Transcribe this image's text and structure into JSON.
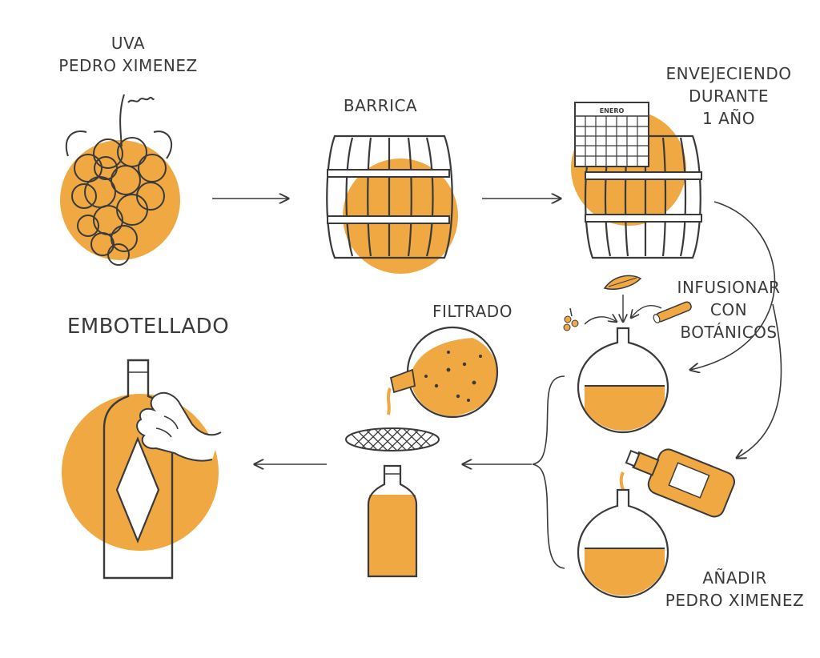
{
  "colors": {
    "accent": "#F0A843",
    "ink": "#3A3A3A",
    "paper": "#FFFFFF"
  },
  "steps": {
    "grape": {
      "line1": "UVA",
      "line2": "PEDRO XIMENEZ"
    },
    "barrel": {
      "label": "BARRICA"
    },
    "aging": {
      "line1": "ENVEJECIENDO",
      "line2": "DURANTE",
      "line3": "1 AÑO",
      "calendar_month": "ENERO"
    },
    "infuse": {
      "line1": "INFUSIONAR",
      "line2": "CON",
      "line3": "BOTÁNICOS"
    },
    "add_px": {
      "line1": "AÑADIR",
      "line2": "PEDRO XIMENEZ"
    },
    "filter": {
      "label": "FILTRADO"
    },
    "bottling": {
      "label": "EMBOTELLADO"
    }
  },
  "icons": [
    "grape-icon",
    "barrel-icon",
    "calendar-icon",
    "leaf-icon",
    "berries-icon",
    "cinnamon-icon",
    "flask-icon",
    "liquor-bottle-icon",
    "filter-sieve-icon",
    "bottle-icon",
    "hand-icon"
  ]
}
